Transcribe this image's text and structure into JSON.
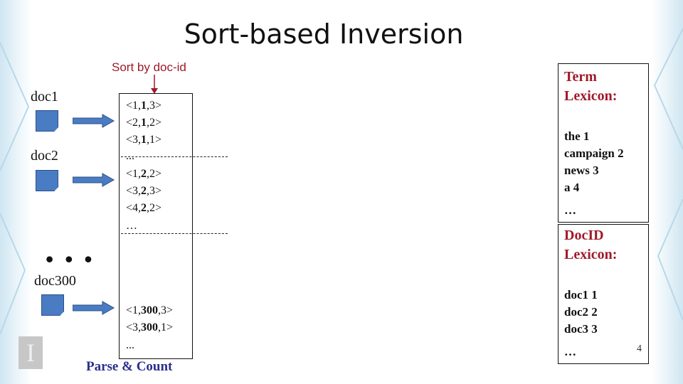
{
  "title": "Sort-based Inversion",
  "sort_label": "Sort by doc-id",
  "docs": [
    {
      "label": "doc1"
    },
    {
      "label": "doc2"
    },
    {
      "label": "doc300"
    }
  ],
  "ellipsis_dots": "• • •",
  "entries": [
    {
      "pre": "<1,",
      "bold": "1",
      "post": ",3>"
    },
    {
      "pre": "<2,",
      "bold": "1",
      "post": ",2>"
    },
    {
      "pre": "<3,",
      "bold": "1",
      "post": ",1>"
    },
    {
      "pre": "...",
      "bold": "",
      "post": ""
    },
    {
      "pre": "<1,",
      "bold": "2",
      "post": ",2>"
    },
    {
      "pre": "<3,",
      "bold": "2",
      "post": ",3>"
    },
    {
      "pre": "<4,",
      "bold": "2",
      "post": ",2>"
    },
    {
      "pre": "…",
      "bold": "",
      "post": ""
    },
    {
      "pre": "<1,",
      "bold": "300",
      "post": ",3>"
    },
    {
      "pre": "<3,",
      "bold": "300",
      "post": ",1>"
    },
    {
      "pre": "...",
      "bold": "",
      "post": ""
    }
  ],
  "parse_label": "Parse & Count",
  "term_lexicon": {
    "title_line1": "Term",
    "title_line2": "Lexicon:",
    "items": [
      "the 1",
      "campaign  2",
      "news 3",
      "a 4",
      "…"
    ]
  },
  "docid_lexicon": {
    "title_line1": "DocID",
    "title_line2": "Lexicon:",
    "items": [
      "doc1 1",
      "doc2 2",
      "doc3 3",
      "…"
    ]
  },
  "page_number": "4",
  "logo_glyph": "I",
  "colors": {
    "accent_red": "#a01a2a",
    "doc_blue": "#4a7cc4",
    "parse_blue": "#2b2f8c"
  }
}
